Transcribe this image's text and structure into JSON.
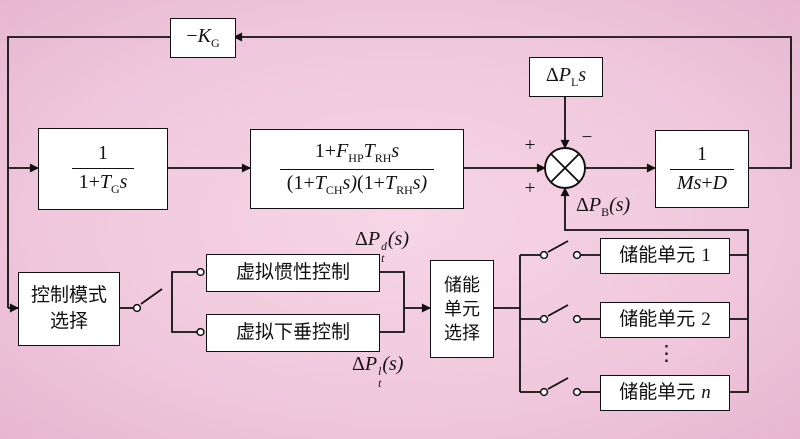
{
  "background": "#efc6db",
  "ink": "#111111",
  "kg": {
    "minus": "−",
    "K": "K",
    "sub": "G"
  },
  "governor": {
    "num": "1",
    "den": {
      "pre": "1+",
      "T": "T",
      "sub": "G",
      "s": "s"
    }
  },
  "reheat": {
    "num": {
      "pre": "1+",
      "F": "F",
      "Fsub": "HP",
      "T": "T",
      "Tsub": "RH",
      "s": "s"
    },
    "den": {
      "a_pre": "(1+",
      "a_T": "T",
      "a_sub": "CH",
      "a_post": "s)",
      "b_pre": "(1+",
      "b_T": "T",
      "b_sub": "RH",
      "b_post": "s)"
    }
  },
  "load": {
    "delta": "Δ",
    "P": "P",
    "sub": "L",
    "s": "s"
  },
  "plant": {
    "num": "1",
    "den": {
      "Ms": "Ms",
      "plus": "+",
      "D": "D"
    }
  },
  "sum_signs": {
    "left": "+",
    "top": "−",
    "bottom": "+"
  },
  "labels": {
    "dpb": {
      "delta": "Δ",
      "P": "P",
      "sub": "B",
      "tail": "(s)"
    },
    "dptd": {
      "delta": "Δ",
      "P": "P",
      "sup": "d",
      "sub": "t",
      "tail": "(s)"
    },
    "dptl": {
      "delta": "Δ",
      "P": "P",
      "sup": "l",
      "sub": "t",
      "tail": "(s)"
    },
    "dots": "⋮"
  },
  "mode_select": {
    "line1": "控制模式",
    "line2": "选择"
  },
  "controls": [
    {
      "label": "虚拟惯性控制"
    },
    {
      "label": "虚拟下垂控制"
    }
  ],
  "storage_select": {
    "line1": "储能",
    "line2": "单元",
    "line3": "选择"
  },
  "storage_units": [
    {
      "name": "储能单元",
      "idx": "1"
    },
    {
      "name": "储能单元",
      "idx": "2"
    },
    {
      "name": "储能单元",
      "idx": "n"
    }
  ]
}
